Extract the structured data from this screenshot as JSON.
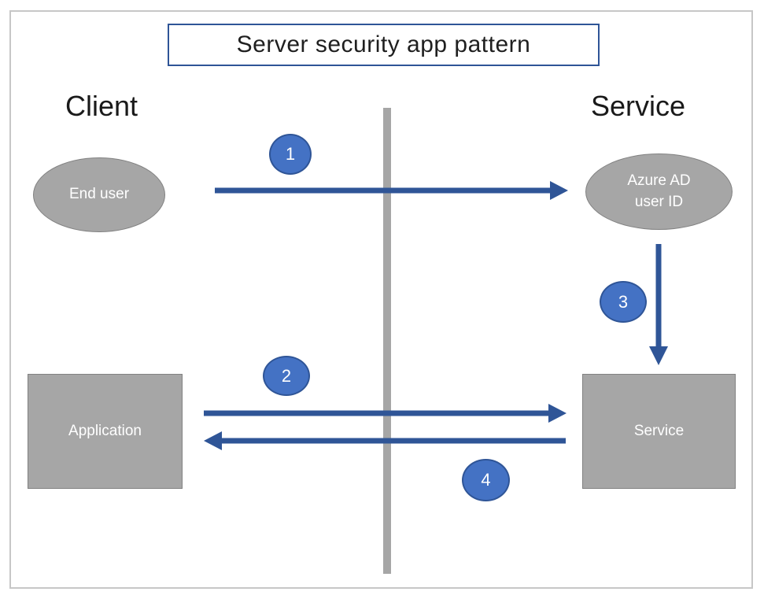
{
  "title": "Server security app pattern",
  "columns": {
    "left_label": "Client",
    "right_label": "Service"
  },
  "nodes": {
    "end_user": {
      "label": "End user",
      "shape": "ellipse"
    },
    "azure_ad": {
      "label_line1": "Azure AD",
      "label_line2": "user ID",
      "shape": "ellipse"
    },
    "application": {
      "label": "Application",
      "shape": "rectangle"
    },
    "service": {
      "label": "Service",
      "shape": "rectangle"
    }
  },
  "steps": [
    {
      "number": "1",
      "description": "End user to Azure AD user ID"
    },
    {
      "number": "2",
      "description": "Application to Service"
    },
    {
      "number": "3",
      "description": "Azure AD user ID down to Service"
    },
    {
      "number": "4",
      "description": "Service back to Application"
    }
  ],
  "colors": {
    "badge_fill": "#4472C4",
    "badge_border": "#2F5597",
    "arrow": "#2F5597",
    "shape_fill": "#A6A6A6",
    "shape_border": "#818181",
    "divider": "#A6A6A6",
    "title_border": "#2F5597",
    "frame_border": "#C7C7C7"
  }
}
